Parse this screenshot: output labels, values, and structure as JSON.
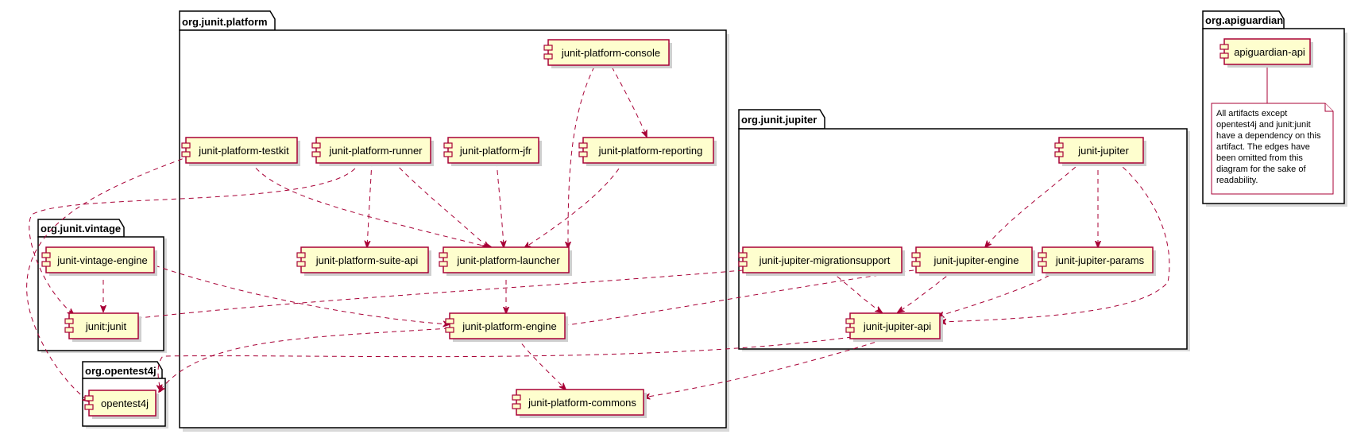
{
  "diagram": {
    "packages": [
      {
        "id": "platform",
        "label": "org.junit.platform"
      },
      {
        "id": "jupiter",
        "label": "org.junit.jupiter"
      },
      {
        "id": "apiguardian",
        "label": "org.apiguardian"
      },
      {
        "id": "vintage",
        "label": "org.junit.vintage"
      },
      {
        "id": "opentest4j",
        "label": "org.opentest4j"
      }
    ],
    "components": [
      {
        "id": "console",
        "label": "junit-platform-console"
      },
      {
        "id": "testkit",
        "label": "junit-platform-testkit"
      },
      {
        "id": "runner",
        "label": "junit-platform-runner"
      },
      {
        "id": "jfr",
        "label": "junit-platform-jfr"
      },
      {
        "id": "reporting",
        "label": "junit-platform-reporting"
      },
      {
        "id": "suite_api",
        "label": "junit-platform-suite-api"
      },
      {
        "id": "launcher",
        "label": "junit-platform-launcher"
      },
      {
        "id": "engine",
        "label": "junit-platform-engine"
      },
      {
        "id": "commons",
        "label": "junit-platform-commons"
      },
      {
        "id": "jupiter",
        "label": "junit-jupiter"
      },
      {
        "id": "migration",
        "label": "junit-jupiter-migrationsupport"
      },
      {
        "id": "jengine",
        "label": "junit-jupiter-engine"
      },
      {
        "id": "params",
        "label": "junit-jupiter-params"
      },
      {
        "id": "japi",
        "label": "junit-jupiter-api"
      },
      {
        "id": "apiguardian_api",
        "label": "apiguardian-api"
      },
      {
        "id": "vengine",
        "label": "junit-vintage-engine"
      },
      {
        "id": "junit",
        "label": "junit:junit"
      },
      {
        "id": "ot4j",
        "label": "opentest4j"
      }
    ],
    "note": {
      "lines": [
        "All artifacts except",
        "opentest4j and junit:junit",
        "have a dependency on this",
        "artifact. The edges have",
        "been omitted from this",
        "diagram for the sake of",
        "readability."
      ]
    },
    "edges": [
      [
        "console",
        "launcher"
      ],
      [
        "console",
        "reporting"
      ],
      [
        "reporting",
        "launcher"
      ],
      [
        "testkit",
        "launcher"
      ],
      [
        "testkit",
        "ot4j"
      ],
      [
        "runner",
        "launcher"
      ],
      [
        "runner",
        "suite_api"
      ],
      [
        "runner",
        "junit"
      ],
      [
        "jfr",
        "launcher"
      ],
      [
        "launcher",
        "engine"
      ],
      [
        "engine",
        "commons"
      ],
      [
        "engine",
        "ot4j"
      ],
      [
        "vengine",
        "junit"
      ],
      [
        "vengine",
        "engine"
      ],
      [
        "jupiter",
        "jengine"
      ],
      [
        "jupiter",
        "params"
      ],
      [
        "jupiter",
        "japi"
      ],
      [
        "migration",
        "junit"
      ],
      [
        "migration",
        "japi"
      ],
      [
        "jengine",
        "engine"
      ],
      [
        "jengine",
        "japi"
      ],
      [
        "params",
        "japi"
      ],
      [
        "japi",
        "commons"
      ],
      [
        "japi",
        "ot4j"
      ]
    ]
  }
}
